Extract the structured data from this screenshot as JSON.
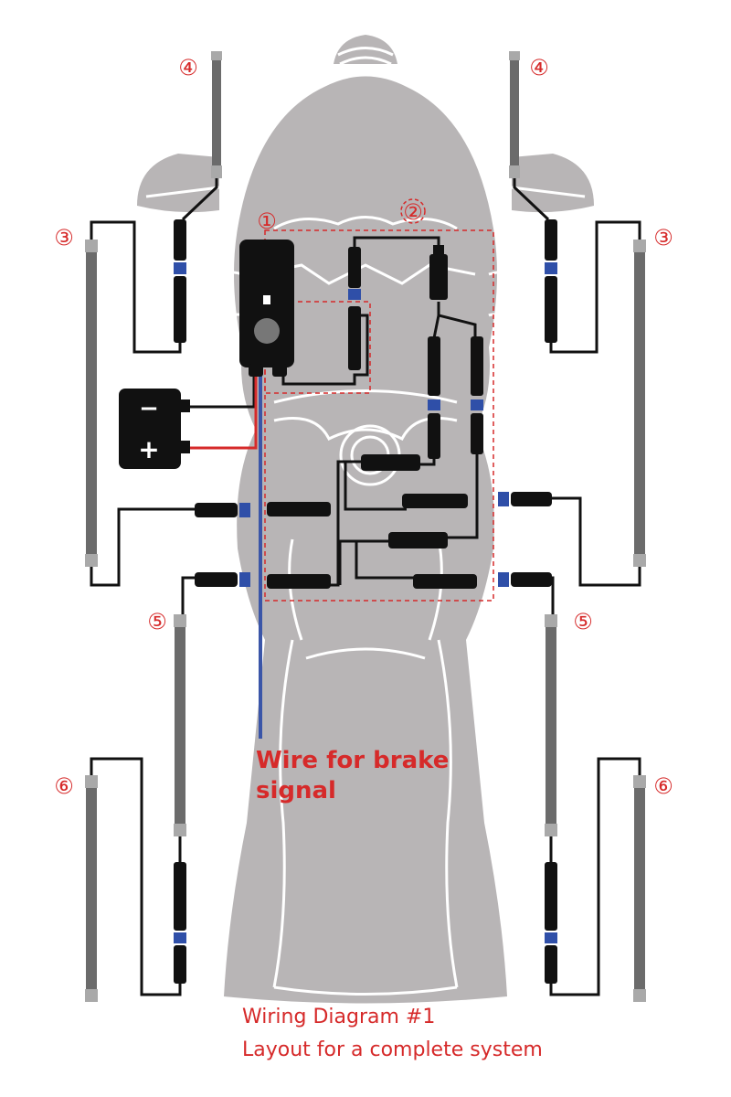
{
  "labels": {
    "controller": "①",
    "hub": "②",
    "light_3": "③",
    "light_4": "④",
    "light_5": "⑤",
    "light_6": "⑥"
  },
  "battery": {
    "minus": "−",
    "plus": "+"
  },
  "brake_note": {
    "line1": "Wire for brake",
    "line2": "signal"
  },
  "caption": {
    "line1": "Wiring Diagram #1",
    "line2": "Layout for a complete system"
  },
  "colors": {
    "accent": "#d62a2a",
    "silhouette": "#b8b5b6",
    "light_bar": "#6b6b6b",
    "connector": "#111111",
    "connector_band": "#2f4fa8",
    "brake_wire": "#3a55a8",
    "power_wire": "#d62a2a"
  }
}
